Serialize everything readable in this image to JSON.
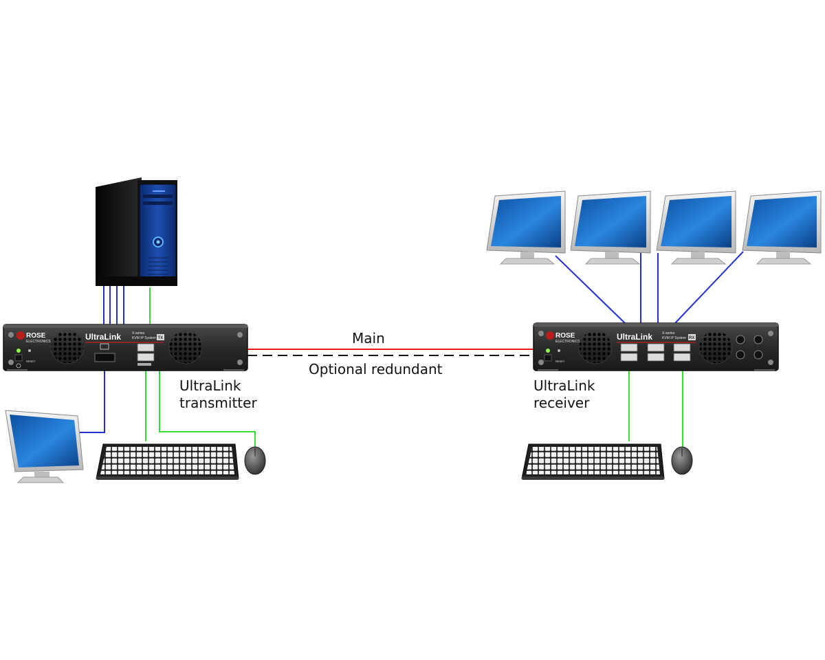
{
  "labels": {
    "main_link": "Main",
    "redundant_link": "Optional redundant",
    "tx_line1": "UltraLink",
    "tx_line2": "transmitter",
    "rx_line1": "UltraLink",
    "rx_line2": "receiver"
  },
  "device": {
    "brand": "ROSE",
    "brand_sub": "ELECTRONICS",
    "product": "UltraLink",
    "series_line1": "X-series",
    "series_line2": "KVM IP System",
    "tx_badge": "TX",
    "rx_badge": "RX",
    "reset": "RESET"
  },
  "colors": {
    "video_cable": "#1f2fd0",
    "usb_cable": "#33dd33",
    "main_link": "#e01818",
    "redundant_link": "#111111",
    "chassis": "#2a2a2a",
    "screen": "#1a6fc4"
  },
  "icons": [
    "computer-tower-icon",
    "monitor-icon",
    "keyboard-icon",
    "mouse-icon"
  ]
}
